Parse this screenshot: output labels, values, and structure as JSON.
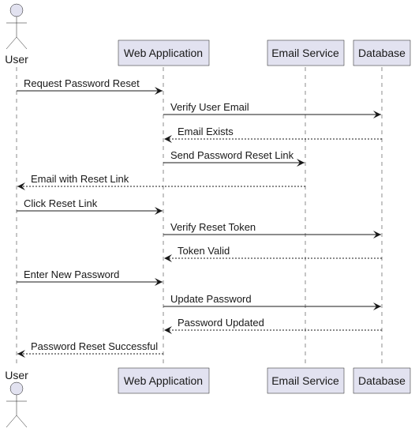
{
  "participants": {
    "user": {
      "label": "User"
    },
    "web": {
      "label": "Web Application"
    },
    "email": {
      "label": "Email Service"
    },
    "db": {
      "label": "Database"
    }
  },
  "messages": [
    {
      "from": "user",
      "to": "web",
      "text": "Request Password Reset",
      "style": "solid"
    },
    {
      "from": "web",
      "to": "db",
      "text": "Verify User Email",
      "style": "solid"
    },
    {
      "from": "db",
      "to": "web",
      "text": "Email Exists",
      "style": "dashed"
    },
    {
      "from": "web",
      "to": "email",
      "text": "Send Password Reset Link",
      "style": "solid"
    },
    {
      "from": "email",
      "to": "user",
      "text": "Email with Reset Link",
      "style": "dashed"
    },
    {
      "from": "user",
      "to": "web",
      "text": "Click Reset Link",
      "style": "solid"
    },
    {
      "from": "web",
      "to": "db",
      "text": "Verify Reset Token",
      "style": "solid"
    },
    {
      "from": "db",
      "to": "web",
      "text": "Token Valid",
      "style": "dashed"
    },
    {
      "from": "user",
      "to": "web",
      "text": "Enter New Password",
      "style": "solid"
    },
    {
      "from": "web",
      "to": "db",
      "text": "Update Password",
      "style": "solid"
    },
    {
      "from": "db",
      "to": "web",
      "text": "Password Updated",
      "style": "dashed"
    },
    {
      "from": "web",
      "to": "user",
      "text": "Password Reset Successful",
      "style": "dashed"
    }
  ]
}
